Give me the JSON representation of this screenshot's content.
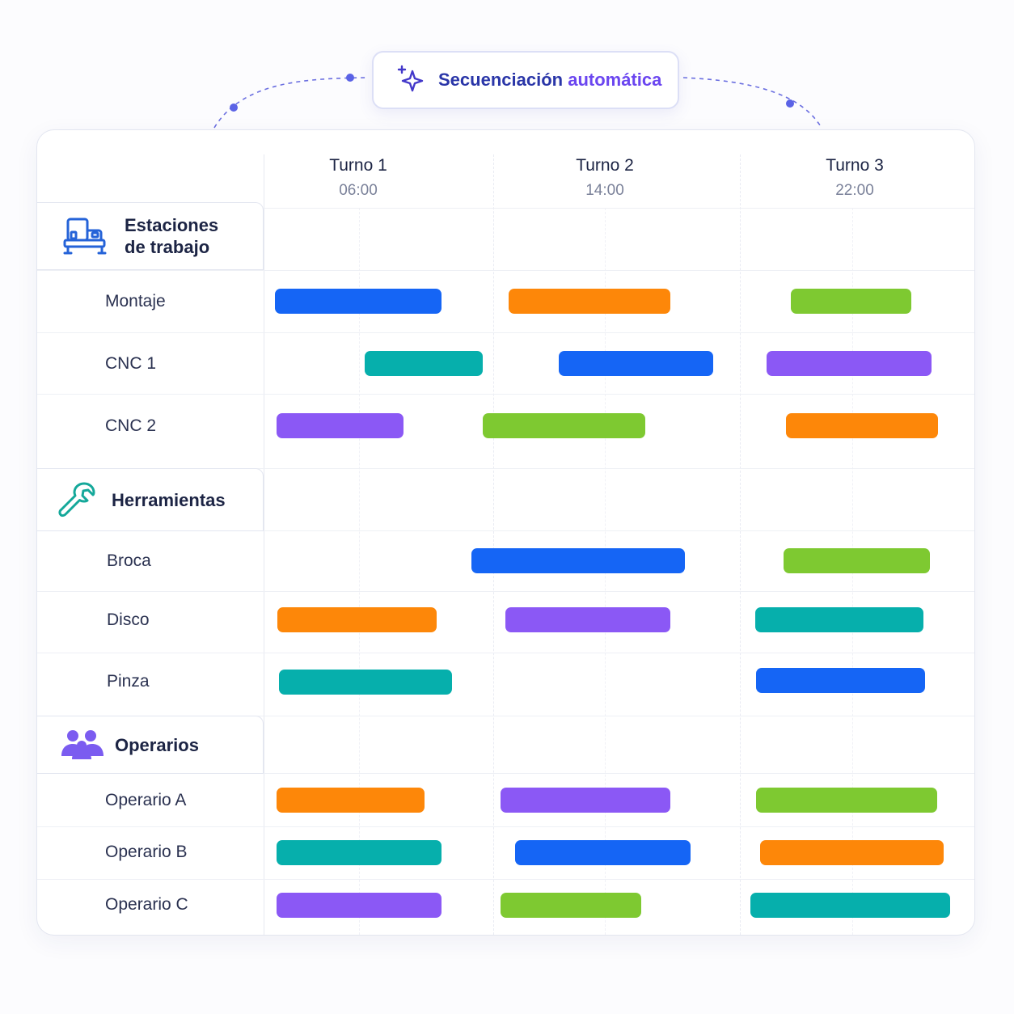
{
  "badge": {
    "text_a": "Secuenciación",
    "text_b": "automática",
    "icon": "sparkle-icon"
  },
  "shifts": [
    {
      "name": "Turno 1",
      "time": "06:00"
    },
    {
      "name": "Turno 2",
      "time": "14:00"
    },
    {
      "name": "Turno 3",
      "time": "22:00"
    }
  ],
  "groups": {
    "stations": {
      "label_line1": "Estaciones",
      "label_line2": "de trabajo",
      "icon": "workstation-icon"
    },
    "tools": {
      "label": "Herramientas",
      "icon": "wrench-icon"
    },
    "operators": {
      "label": "Operarios",
      "icon": "people-icon"
    }
  },
  "rows": {
    "montaje": "Montaje",
    "cnc1": "CNC 1",
    "cnc2": "CNC 2",
    "broca": "Broca",
    "disco": "Disco",
    "pinza": "Pinza",
    "opA": "Operario A",
    "opB": "Operario B",
    "opC": "Operario C"
  },
  "colors": {
    "blue": "#1565f5",
    "orange": "#fd8709",
    "green": "#7ec931",
    "teal": "#06afac",
    "purple": "#8b58f5",
    "accent": "#6b46f0",
    "navy": "#1c2444",
    "icon_blue": "#2563d8",
    "icon_teal": "#14a89a"
  }
}
